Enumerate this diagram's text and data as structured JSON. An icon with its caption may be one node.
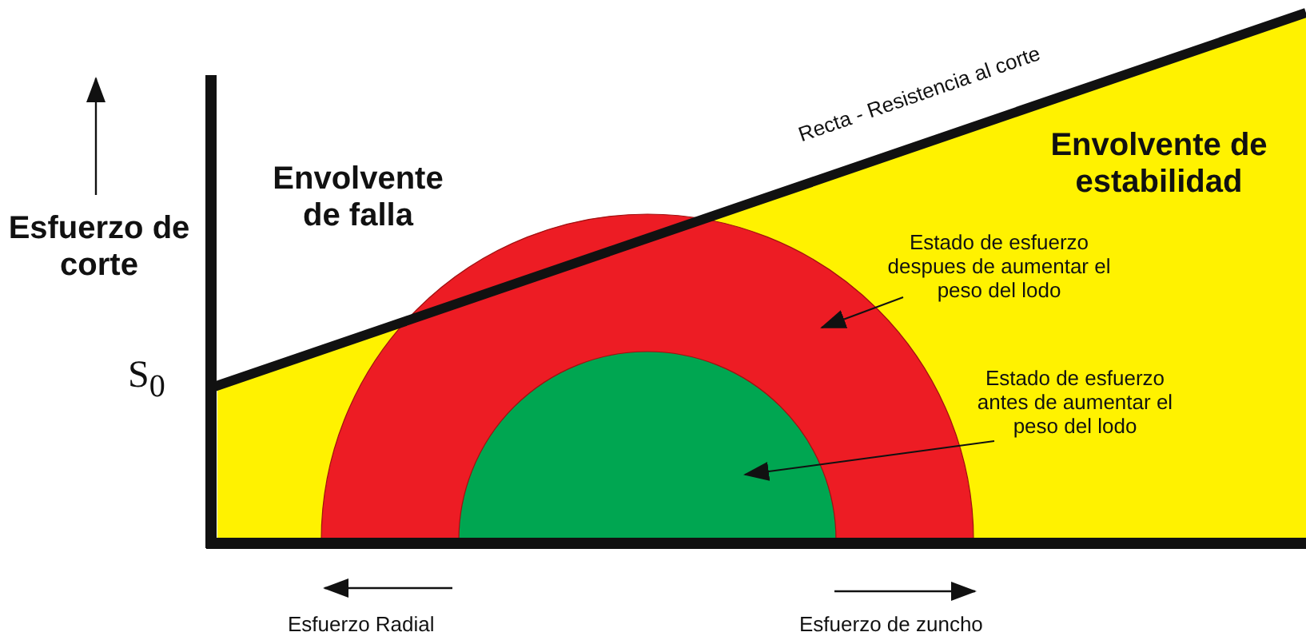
{
  "diagram": {
    "nodes": [
      {
        "text": [
          "Estado de esfuerzo despues de aumentar el peso del lodo"
        ]
      },
      {
        "text": [],
        "shape": "circle"
      },
      {
        "text": [
          "Estado de esfuerzo antes de aumentar el peso del lodo"
        ]
      },
      {
        "text": [],
        "shape": "circle",
        "in": 1
      }
    ],
    "edges": [
      {
        "from": 0,
        "to": 1,
        "arrow": "to"
      },
      {
        "from": 2,
        "to": 3,
        "arrow": "to"
      }
    ],
    "labels": [
      "Recta - Resistencia al corte",
      "Envolvente de estabilidad",
      "Envolvente de falla",
      "Esfuerzo de corte",
      "S$_{0}$",
      "Esfuerzo Radial",
      "Esfuerzo de zuncho"
    ]
  }
}
